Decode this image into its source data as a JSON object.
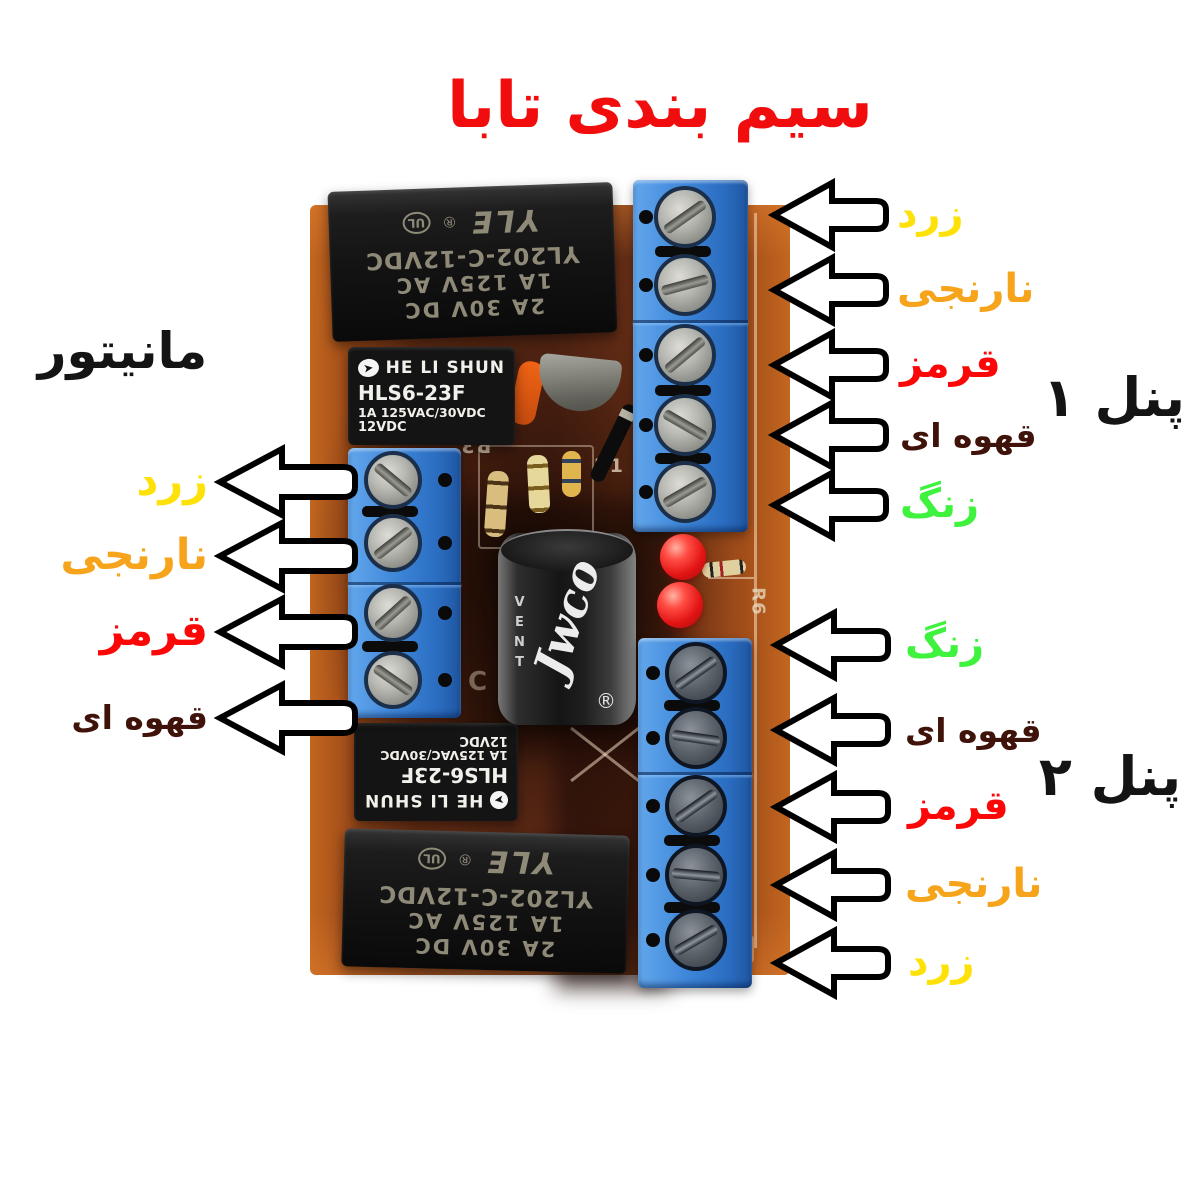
{
  "palette": {
    "title_red": "#f10d0d",
    "yellow": "#ffe10a",
    "orange": "#f7a41d",
    "red": "#fb0707",
    "brown": "#3f120a",
    "green": "#3ef23e",
    "label_black": "#141414",
    "pcb_orange": "#b85a1e",
    "terminal_blue": "#3c85d8",
    "arrow_fill": "#ffffff",
    "arrow_stroke": "#000000"
  },
  "title": {
    "text": "سیم بندی تابا"
  },
  "monitor": {
    "label": "مانیتور",
    "wires": [
      {
        "label": "زرد",
        "color": "#ffe10a"
      },
      {
        "label": "نارنجی",
        "color": "#f7a41d"
      },
      {
        "label": "قرمز",
        "color": "#fb0707"
      },
      {
        "label": "قهوه ای",
        "color": "#3f120a"
      }
    ]
  },
  "panel1": {
    "label": "پنل ۱",
    "wires": [
      {
        "label": "زرد",
        "color": "#ffe10a"
      },
      {
        "label": "نارنجی",
        "color": "#f7a41d"
      },
      {
        "label": "قرمز",
        "color": "#fb0707"
      },
      {
        "label": "قهوه ای",
        "color": "#3f120a"
      },
      {
        "label": "زنگ",
        "color": "#3ef23e"
      }
    ]
  },
  "panel2": {
    "label": "پنل ۲",
    "wires": [
      {
        "label": "زنگ",
        "color": "#3ef23e"
      },
      {
        "label": "قهوه ای",
        "color": "#3f120a"
      },
      {
        "label": "قرمز",
        "color": "#fb0707"
      },
      {
        "label": "نارنجی",
        "color": "#f7a41d"
      },
      {
        "label": "زرد",
        "color": "#ffe10a"
      }
    ]
  },
  "board": {
    "relay_yle": {
      "line1": "2A 30V DC",
      "line2": "1A 125V AC",
      "line3": "YL202-C-12VDC",
      "brand": "YLE",
      "reg": "®",
      "cert": "UL"
    },
    "relay_hls": {
      "brand": "HE LI SHUN",
      "model": "HLS6-23F",
      "rating": "1A 125VAC/30VDC",
      "voltage": "12VDC"
    },
    "capacitor": {
      "brand": "Jwco",
      "vent": "VENT",
      "reg": "®"
    },
    "silkscreen": {
      "r1": "R1",
      "r3": "R3",
      "r6": "R6",
      "c": "C"
    }
  }
}
